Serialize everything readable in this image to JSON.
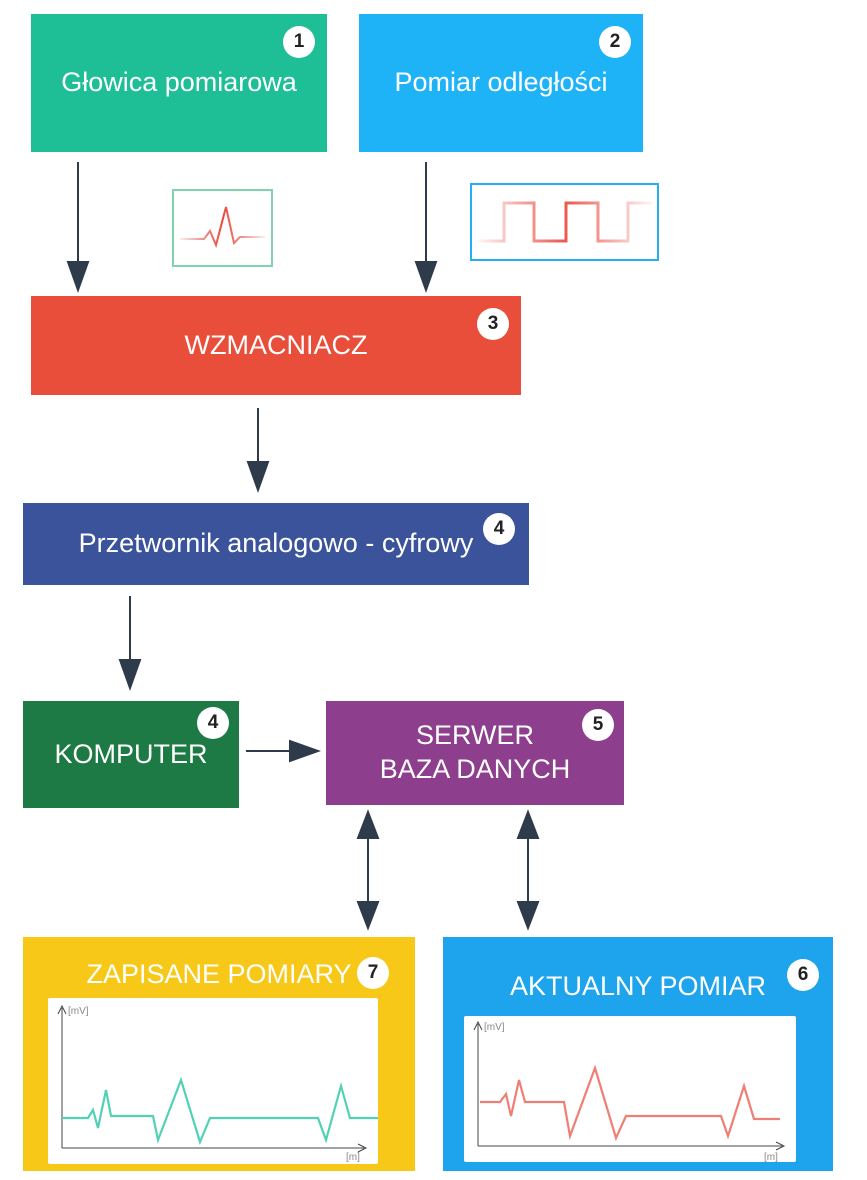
{
  "nodes": {
    "n1": {
      "label": "Głowica pomiarowa",
      "badge": "1",
      "color": "#1EBE96"
    },
    "n2": {
      "label": "Pomiar odległości",
      "badge": "2",
      "color": "#1EB2F7"
    },
    "n3": {
      "label": "WZMACNIACZ",
      "badge": "3",
      "color": "#E84E3A"
    },
    "n4": {
      "label": "Przetwornik analogowo - cyfrowy",
      "badge": "4",
      "color": "#3A539B"
    },
    "n5": {
      "label": "KOMPUTER",
      "badge": "4",
      "color": "#1E7A45"
    },
    "n6": {
      "line1": "SERWER",
      "line2": "BAZA DANYCH",
      "badge": "5",
      "color": "#8D3F8E"
    },
    "n7": {
      "label": "ZAPISANE POMIARY",
      "badge": "7",
      "color": "#F7C818"
    },
    "n8": {
      "label": "AKTUALNY POMIAR",
      "badge": "6",
      "color": "#1EA4EC"
    }
  },
  "charts": {
    "saved": {
      "ylabel": "[mV]",
      "xlabel": "[m]",
      "line_color": "#52D1B7"
    },
    "current": {
      "ylabel": "[mV]",
      "xlabel": "[m]",
      "line_color": "#EF7F74"
    }
  },
  "colors": {
    "arrow": "#2E3B4A",
    "thumb_green": "#7FD3AE",
    "thumb_blue": "#27AEF0",
    "pulse_red": "#E8463A"
  }
}
